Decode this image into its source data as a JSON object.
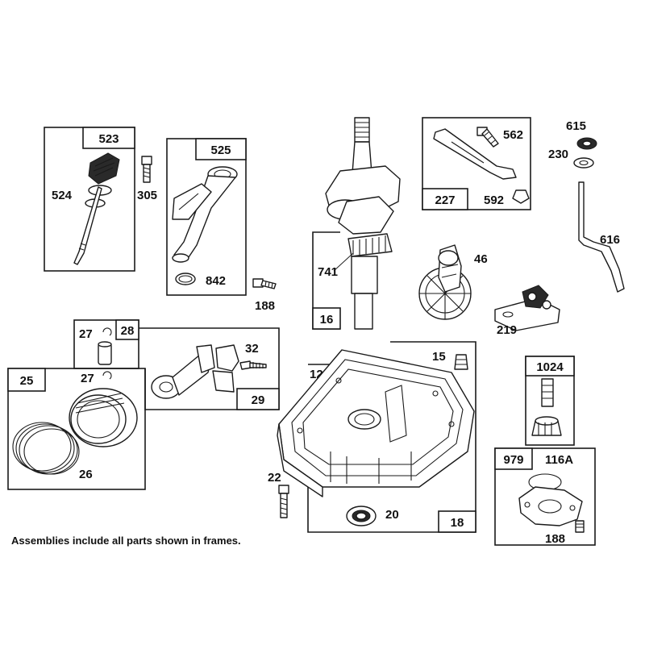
{
  "labels": {
    "p523": "523",
    "p524": "524",
    "p305": "305",
    "p525": "525",
    "p842": "842",
    "p188a": "188",
    "p562": "562",
    "p227": "227",
    "p592": "592",
    "p615": "615",
    "p230": "230",
    "p616": "616",
    "p741": "741",
    "p16": "16",
    "p46": "46",
    "p219": "219",
    "p27a": "27",
    "p28": "28",
    "p32": "32",
    "p29": "29",
    "p25": "25",
    "p27b": "27",
    "p26": "26",
    "p15": "15",
    "p12": "12",
    "p22": "22",
    "p20": "20",
    "p18": "18",
    "p1024": "1024",
    "p979": "979",
    "p116a": "116A",
    "p188b": "188"
  },
  "footnote": "Assemblies include all parts shown in frames."
}
